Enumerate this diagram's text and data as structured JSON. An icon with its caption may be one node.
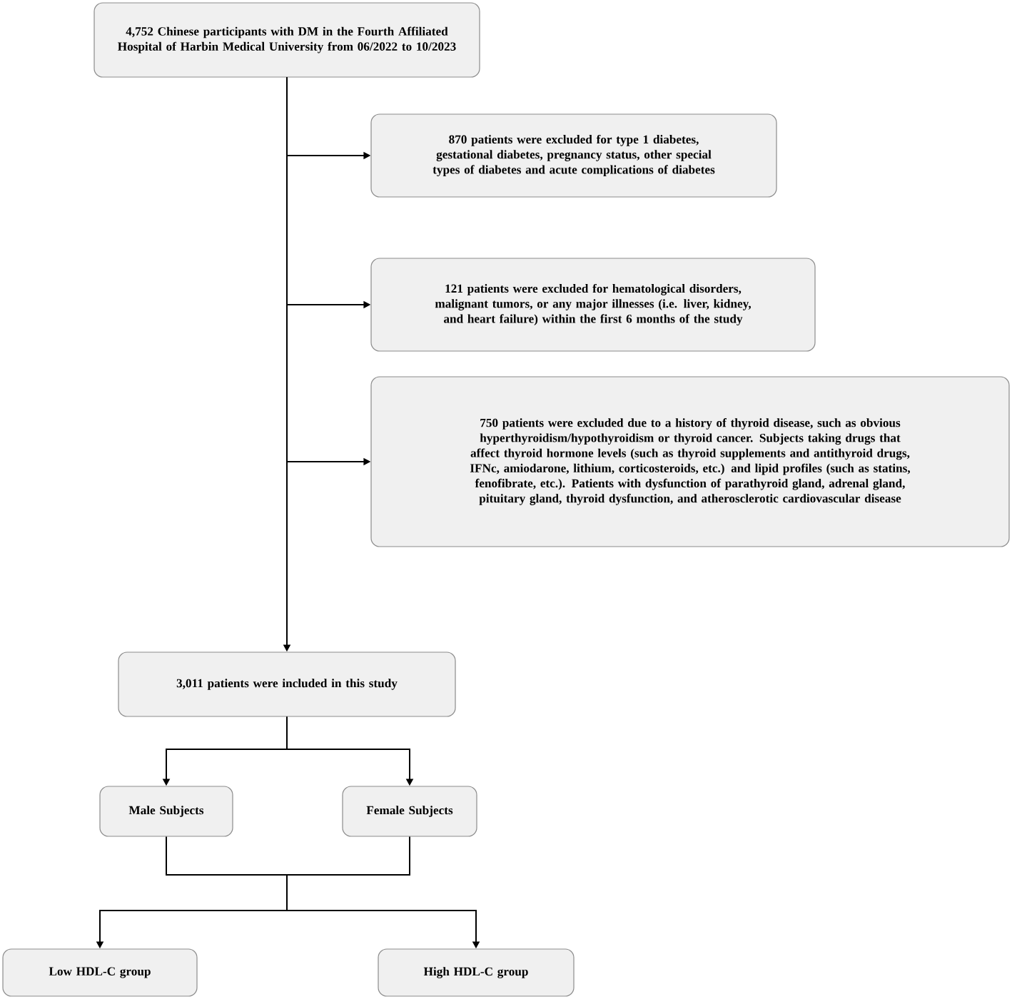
{
  "diagram": {
    "nodes": [
      {
        "text": [
          "4,752 Chinese participants with DM in the Fourth Affiliated Hospital of Harbin Medical University from 06/2022 to 10/2023"
        ]
      },
      {
        "text": [
          "870 patients were excluded for type 1 diabetes, gestational diabetes, pregnancy status, other special types of diabetes and acute complications of diabetes"
        ]
      },
      {
        "text": [
          "121 patients were excluded for hematological disorders, malignant tumors, or any major illnesses (i.e. liver, kidney, and heart failure) within the first 6 months of the study"
        ]
      },
      {
        "text": [
          "750 patients were excluded due to a history of thyroid disease, such as obvious hyperthyroidism/hypothyroidism or thyroid cancer. Subjects taking drugs that affect thyroid hormone levels (such as thyroid supplements and antithyroid drugs, IFNc, amiodarone, lithium, corticosteroids, etc.) and lipid profiles (such as statins, fenofibrate, etc.). Patients with dysfunction of parathyroid gland, adrenal gland, pituitary gland, thyroid dysfunction, and atherosclerotic cardiovascular disease"
        ]
      },
      {
        "text": [
          "3,011 patients were included in this study"
        ]
      },
      {
        "text": [
          "Male Subjects"
        ]
      },
      {
        "text": [
          "Female Subjects"
        ]
      },
      {
        "text": [
          "Low HDL-C group"
        ]
      },
      {
        "text": [
          "High HDL-C group"
        ]
      }
    ],
    "edges": [
      {
        "from": 0,
        "to": 1,
        "arrow": "to"
      },
      {
        "from": 0,
        "to": 2,
        "arrow": "to"
      },
      {
        "from": 0,
        "to": 3,
        "arrow": "to"
      },
      {
        "from": 0,
        "to": 4,
        "arrow": "to"
      },
      {
        "from": 4,
        "to": 5,
        "arrow": "to"
      },
      {
        "from": 4,
        "to": 6,
        "arrow": "to"
      },
      {
        "from": 5,
        "to": 7,
        "arrow": "to"
      },
      {
        "from": 5,
        "to": 8,
        "arrow": "to"
      },
      {
        "from": 6,
        "to": 7,
        "arrow": "to"
      },
      {
        "from": 6,
        "to": 8,
        "arrow": "to"
      }
    ]
  }
}
